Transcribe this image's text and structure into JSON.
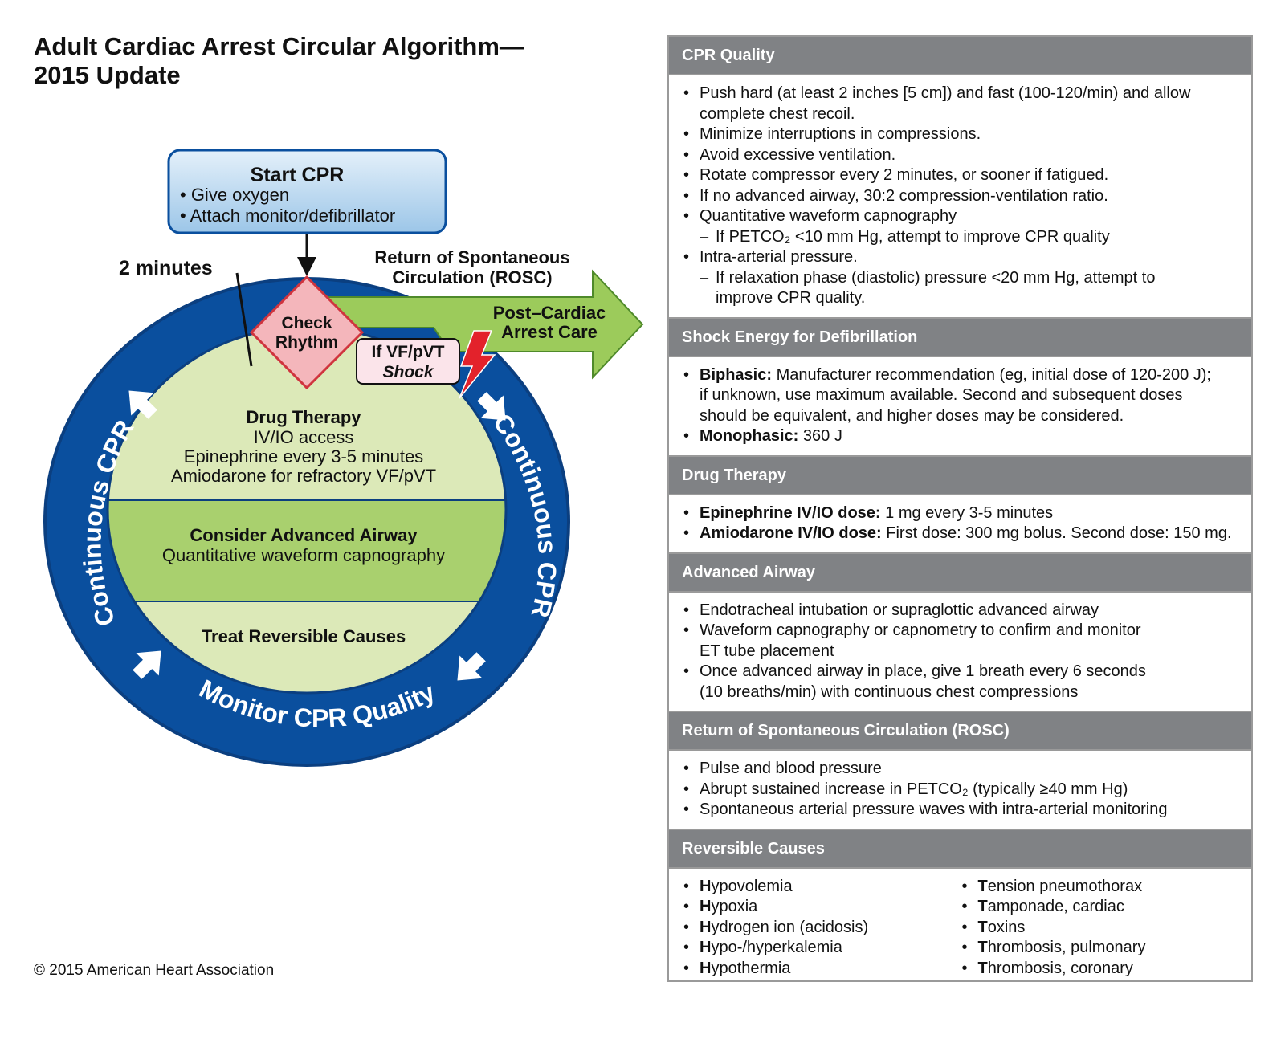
{
  "title": {
    "line1": "Adult Cardiac Arrest Circular Algorithm—",
    "line2": "2015 Update"
  },
  "copyright": "© 2015 American Heart Association",
  "diagram": {
    "start": {
      "title": "Start CPR",
      "items": [
        "• Give oxygen",
        "• Attach monitor/defibrillator"
      ]
    },
    "two_minutes": "2 minutes",
    "rosc_label": [
      "Return of Spontaneous",
      "Circulation (ROSC)"
    ],
    "post_care": [
      "Post–Cardiac",
      "Arrest Care"
    ],
    "check_rhythm": [
      "Check",
      "Rhythm"
    ],
    "shock": [
      "If VF/pVT",
      "Shock"
    ],
    "drug": {
      "title": "Drug Therapy",
      "lines": [
        "IV/IO access",
        "Epinephrine every 3-5 minutes",
        "Amiodarone for refractory VF/pVT"
      ]
    },
    "airway": {
      "title": "Consider Advanced Airway",
      "line": "Quantitative waveform capnography"
    },
    "reversible": "Treat Reversible Causes",
    "ring_left": "Continuous CPR",
    "ring_right": "Continuous CPR",
    "ring_bottom": "Monitor CPR Quality",
    "colors": {
      "ring": "#0a4f9e",
      "ring_dark": "#0b3f80",
      "green": "#9ccb5b",
      "light_green": "#dce9b8",
      "mid_green": "#a9d06e",
      "diamond": "#f4b6bb",
      "bolt": "#e3222b",
      "start_box": "#bcd9f0"
    }
  },
  "panel": {
    "cpr_quality": {
      "heading": "CPR Quality",
      "items": [
        {
          "type": "b",
          "text": "Push hard (at least 2 inches [5 cm]) and fast (100-120/min) and allow"
        },
        {
          "type": "c",
          "text": "complete chest recoil."
        },
        {
          "type": "b",
          "text": "Minimize interruptions in compressions."
        },
        {
          "type": "b",
          "text": "Avoid excessive ventilation."
        },
        {
          "type": "b",
          "text": "Rotate compressor every 2 minutes, or sooner if fatigued."
        },
        {
          "type": "b",
          "text": "If no advanced airway, 30:2 compression-ventilation ratio."
        },
        {
          "type": "b",
          "text": "Quantitative waveform capnography"
        },
        {
          "type": "s",
          "text": "If PETCO₂ <10 mm Hg, attempt to improve CPR quality"
        },
        {
          "type": "b",
          "text": "Intra-arterial pressure."
        },
        {
          "type": "s",
          "text": "If relaxation phase (diastolic) pressure <20 mm Hg, attempt to"
        },
        {
          "type": "s2",
          "text": "improve CPR quality."
        }
      ]
    },
    "shock_energy": {
      "heading": "Shock Energy for Defibrillation",
      "biphasic_label": "Biphasic:",
      "biphasic_text": "Manufacturer recommendation (eg, initial dose of 120-200 J);",
      "biphasic_cont1": "if unknown, use maximum available. Second and subsequent doses",
      "biphasic_cont2": "should be equivalent, and higher doses may be considered.",
      "mono_label": "Monophasic:",
      "mono_text": "360 J"
    },
    "drug_therapy": {
      "heading": "Drug Therapy",
      "epi_label": "Epinephrine IV/IO dose:",
      "epi_text": "1 mg every 3-5 minutes",
      "amio_label": "Amiodarone IV/IO dose:",
      "amio_text": "First dose: 300 mg bolus. Second dose: 150 mg."
    },
    "advanced_airway": {
      "heading": "Advanced Airway",
      "items": [
        {
          "type": "b",
          "text": "Endotracheal intubation or supraglottic advanced airway"
        },
        {
          "type": "b",
          "text": "Waveform capnography or capnometry to confirm and monitor"
        },
        {
          "type": "c",
          "text": "ET tube placement"
        },
        {
          "type": "b",
          "text": "Once advanced airway in place, give 1 breath every 6 seconds"
        },
        {
          "type": "c",
          "text": "(10 breaths/min) with continuous chest compressions"
        }
      ]
    },
    "rosc": {
      "heading": "Return of Spontaneous Circulation (ROSC)",
      "items": [
        "Pulse and blood pressure",
        "Abrupt sustained increase in PETCO₂ (typically ≥40 mm Hg)",
        "Spontaneous arterial pressure waves with intra-arterial monitoring"
      ]
    },
    "reversible_causes": {
      "heading": "Reversible Causes",
      "h_items": [
        {
          "letter": "H",
          "rest": "ypovolemia"
        },
        {
          "letter": "H",
          "rest": "ypoxia"
        },
        {
          "letter": "H",
          "rest": "ydrogen ion (acidosis)"
        },
        {
          "letter": "H",
          "rest": "ypo-/hyperkalemia"
        },
        {
          "letter": "H",
          "rest": "ypothermia"
        }
      ],
      "t_items": [
        {
          "letter": "T",
          "rest": "ension pneumothorax"
        },
        {
          "letter": "T",
          "rest": "amponade, cardiac"
        },
        {
          "letter": "T",
          "rest": "oxins"
        },
        {
          "letter": "T",
          "rest": "hrombosis, pulmonary"
        },
        {
          "letter": "T",
          "rest": "hrombosis, coronary"
        }
      ]
    }
  }
}
